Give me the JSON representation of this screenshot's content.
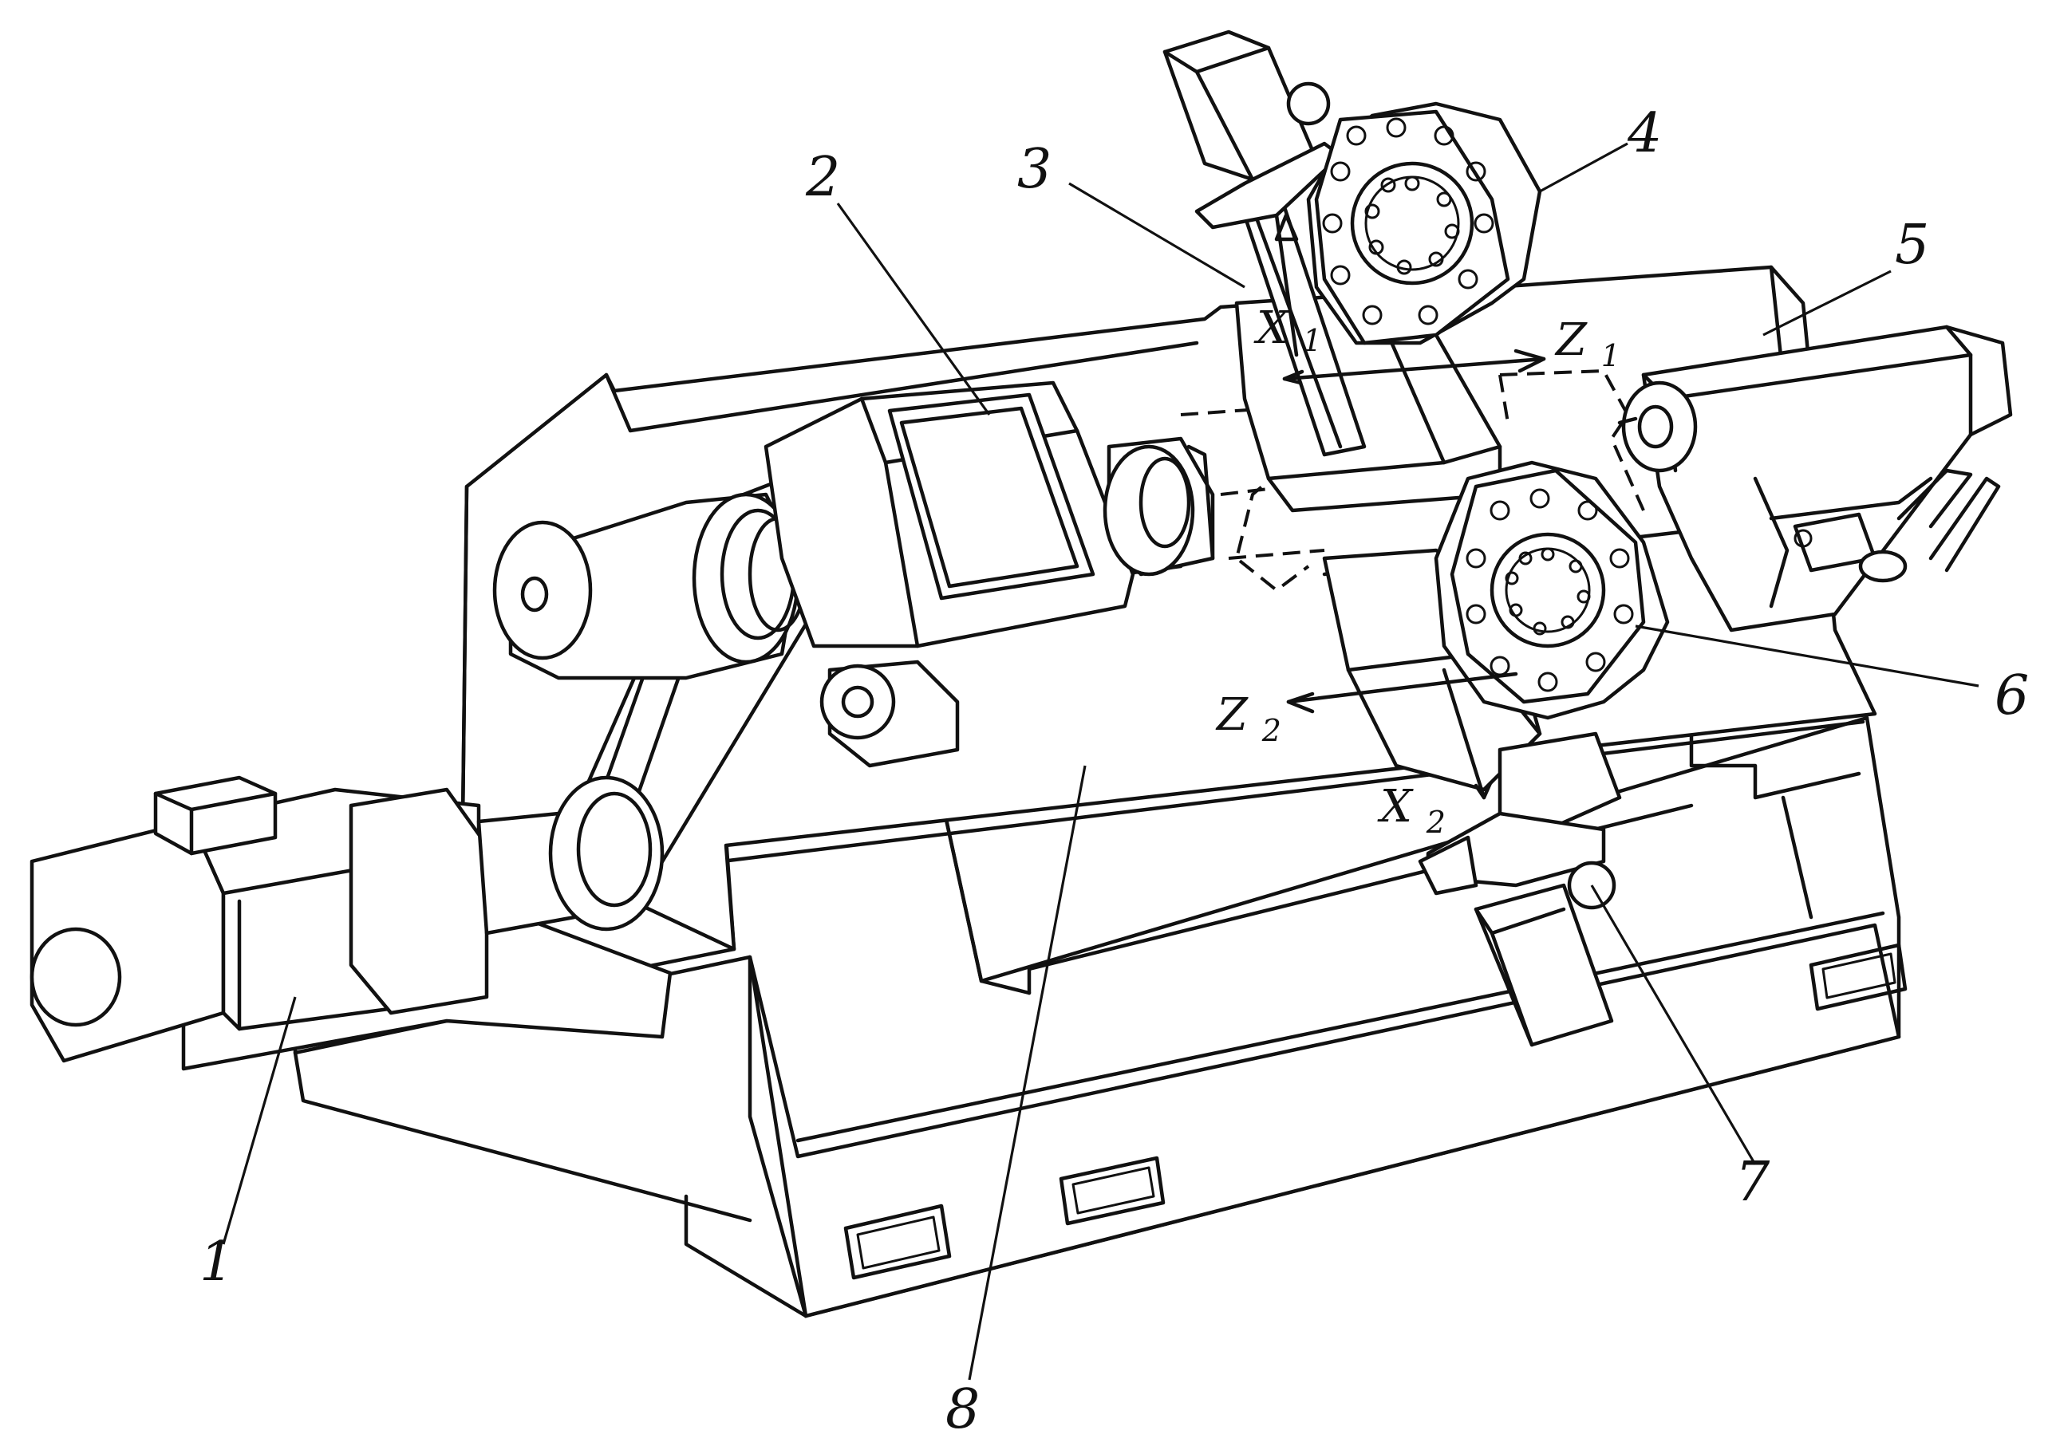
{
  "labels": {
    "l1": "1",
    "l2": "2",
    "l3": "3",
    "l4": "4",
    "l5": "5",
    "l6": "6",
    "l7": "7",
    "l8": "8"
  },
  "axes": {
    "x1_main": "X",
    "x1_sub": "1",
    "z1_main": "Z",
    "z1_sub": "1",
    "x2_main": "X",
    "x2_sub": "2",
    "z2_main": "Z",
    "z2_sub": "2"
  }
}
